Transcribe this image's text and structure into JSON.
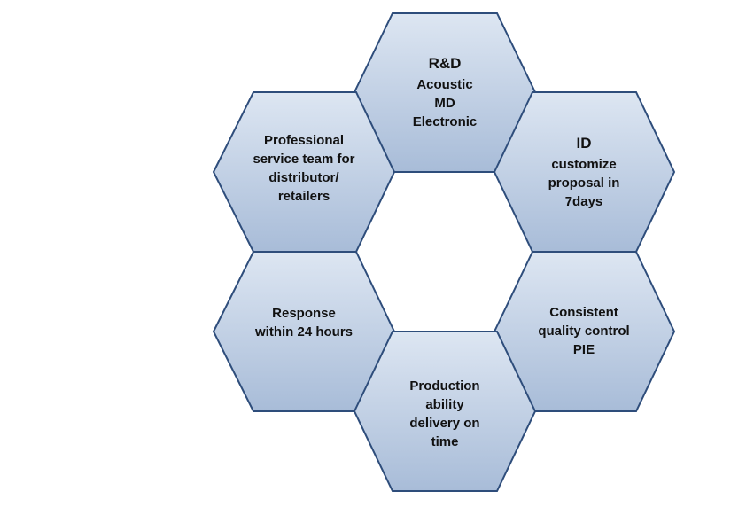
{
  "colors": {
    "hex_fill_top": "#dde6f2",
    "hex_fill_bottom": "#a8bcd8",
    "hex_stroke": "#2e4d7b",
    "text": "#111111"
  },
  "hexagons": {
    "rnd": {
      "heading": "R&D",
      "lines": [
        "Acoustic",
        "MD",
        "Electronic"
      ]
    },
    "id": {
      "heading": "ID",
      "lines": [
        "customize",
        "proposal in",
        "7days"
      ]
    },
    "quality": {
      "lines": [
        "Consistent",
        "quality control",
        "PIE"
      ]
    },
    "production": {
      "lines": [
        "Production",
        "ability",
        "delivery on",
        "time"
      ]
    },
    "response": {
      "lines": [
        "Response",
        "within 24 hours"
      ]
    },
    "service": {
      "lines": [
        "Professional",
        "service team for",
        "distributor/",
        "retailers"
      ]
    }
  }
}
